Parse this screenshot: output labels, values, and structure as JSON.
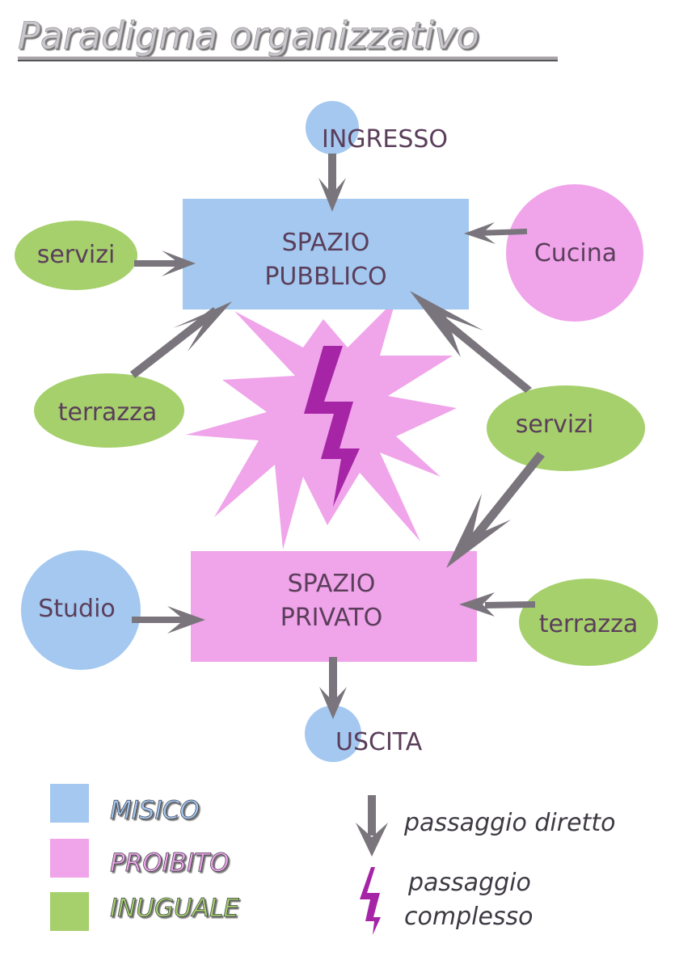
{
  "title": "Paradigma organizzativo",
  "colors": {
    "misto": "#a4c8f0",
    "proibito": "#f0a4ea",
    "inuguale": "#a6d06c",
    "arrow": "#7a757c",
    "bolt": "#a624a6",
    "label": "#5a3e5a"
  },
  "nodes": {
    "ingresso": "INGRESSO",
    "uscita": "USCITA",
    "public_line1": "SPAZIO",
    "public_line2": "PUBBLICO",
    "private_line1": "SPAZIO",
    "private_line2": "PRIVATO",
    "servizi_left": "servizi",
    "terrazza_left": "terrazza",
    "cucina": "Cucina",
    "servizi_right": "servizi",
    "studio": "Studio",
    "terrazza_right": "terrazza"
  },
  "legend": {
    "items": [
      {
        "label": "MISICO",
        "color": "#a4c8f0"
      },
      {
        "label": "PROIBITO",
        "color": "#f0a4ea"
      },
      {
        "label": "INUGUALE",
        "color": "#a6d06c"
      }
    ],
    "direct": "passaggio diretto",
    "complex_line1": "passaggio",
    "complex_line2": "complesso"
  }
}
